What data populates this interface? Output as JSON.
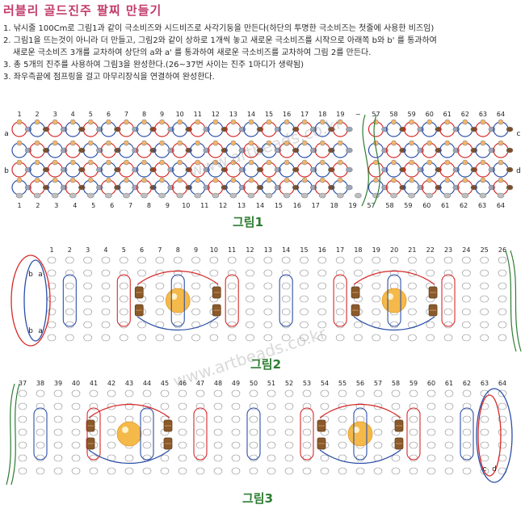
{
  "title": "러블리 골드진주 팔찌 만들기",
  "steps": [
    "1. 낚시줄 100Cm로 그림1과 같이 극소비즈와 시드비즈로 사각기둥을 만든다(하단의 투명한 극소비즈는 첫줄에 사용한 비즈임)",
    "2. 그림1을 뜨는것이 아니라 더 만들고, 그림2와 같이 상하로 1개씩 놓고 새로운 극소비즈를 시작으로 아래쪽 b와 b' 를 통과하여",
    "새로운 극소비즈 3개를 교차하여 상단의 a와 a' 를 통과하여 새로운 극소비즈를 교차하여 그림 2를 만든다.",
    "3. 총 5개의 진주를 사용하여 그림3을 완성한다.(26~37번 사이는 진주 1마디가 생략됨)",
    "3. 좌우측끝에 점프링을 걸고 마무리장식을 연결하여 완성한다."
  ],
  "watermark": "www.artbeads.co.kr",
  "fig1": {
    "caption": "그림1",
    "top_numbers": [
      "1",
      "2",
      "3",
      "4",
      "5",
      "6",
      "7",
      "8",
      "9",
      "10",
      "11",
      "12",
      "13",
      "14",
      "15",
      "16",
      "17",
      "18",
      "19",
      "~",
      "57",
      "58",
      "59",
      "60",
      "61",
      "62",
      "63",
      "64"
    ],
    "bottom_numbers": [
      "1",
      "2",
      "3",
      "4",
      "5",
      "6",
      "7",
      "8",
      "9",
      "10",
      "11",
      "12",
      "13",
      "14",
      "15",
      "16",
      "17",
      "18",
      "19",
      "57",
      "58",
      "59",
      "60",
      "61",
      "62",
      "63",
      "64"
    ],
    "side_left_top": "a",
    "side_left_bottom": "b",
    "side_right_top": "c",
    "side_right_bottom": "d"
  },
  "fig2": {
    "caption": "그림2",
    "numbers": [
      "1",
      "2",
      "3",
      "4",
      "5",
      "6",
      "7",
      "8",
      "9",
      "10",
      "11",
      "12",
      "13",
      "14",
      "15",
      "16",
      "17",
      "18",
      "19",
      "20",
      "21",
      "22",
      "23",
      "24",
      "25",
      "26"
    ],
    "label_b": "b",
    "label_a": "a"
  },
  "fig3": {
    "caption": "그림3",
    "numbers": [
      "37",
      "38",
      "39",
      "40",
      "41",
      "42",
      "43",
      "44",
      "45",
      "46",
      "47",
      "48",
      "49",
      "50",
      "51",
      "52",
      "53",
      "54",
      "55",
      "56",
      "57",
      "58",
      "59",
      "60",
      "61",
      "62",
      "63",
      "64"
    ],
    "label_c": "c",
    "label_d": "d"
  },
  "colors": {
    "title": "#c23a6a",
    "caption": "#2e7d32",
    "red_thread": "#d62828",
    "blue_thread": "#2b4fa8",
    "seed_bead": "#f2b56b",
    "pearl": "#f5b94a",
    "crystal": "#8b5a2b",
    "clear_bead": "#bfbfbf"
  }
}
